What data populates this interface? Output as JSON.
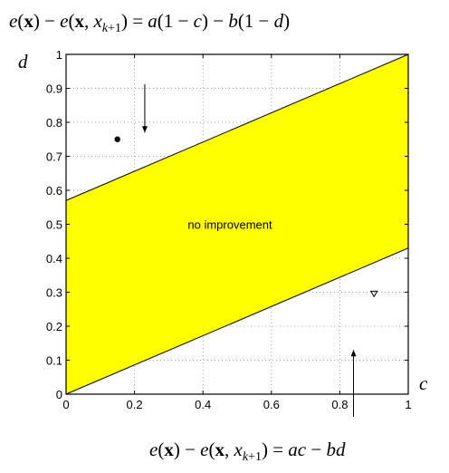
{
  "chart_data": {
    "type": "area",
    "xlabel": "c",
    "ylabel": "d",
    "xlim": [
      0,
      1
    ],
    "ylim": [
      0,
      1
    ],
    "x_ticks": [
      0,
      0.2,
      0.4,
      0.6,
      0.8,
      1
    ],
    "x_tick_labels": [
      "0",
      "0.2",
      "0.4",
      "0.6",
      "0.8",
      "1"
    ],
    "y_ticks": [
      0,
      0.1,
      0.2,
      0.3,
      0.4,
      0.5,
      0.6,
      0.7,
      0.8,
      0.9,
      1
    ],
    "y_tick_labels": [
      "0",
      "0.1",
      "0.2",
      "0.3",
      "0.4",
      "0.5",
      "0.6",
      "0.7",
      "0.8",
      "0.9",
      "1"
    ],
    "grid": true,
    "grid_style": "dotted",
    "region": {
      "label": "no improvement",
      "fill_color": "#ffff00",
      "upper_line": [
        [
          0,
          0.57
        ],
        [
          1,
          1
        ]
      ],
      "lower_line": [
        [
          0,
          0
        ],
        [
          1,
          0.43
        ]
      ]
    },
    "points": [
      {
        "x": 0.15,
        "y": 0.75,
        "marker": "dot"
      },
      {
        "x": 0.9,
        "y": 0.295,
        "marker": "triangle-down"
      }
    ],
    "annotations": {
      "top": {
        "text": "e(x) − e(x, x_{k+1}) = a(1 − c) − b(1 − d)",
        "arrow_target": [
          0.23,
          0.77
        ]
      },
      "bottom": {
        "text": "e(x) − e(x, x_{k+1}) = ac − bd",
        "arrow_target": [
          0.84,
          0.13
        ]
      }
    }
  }
}
